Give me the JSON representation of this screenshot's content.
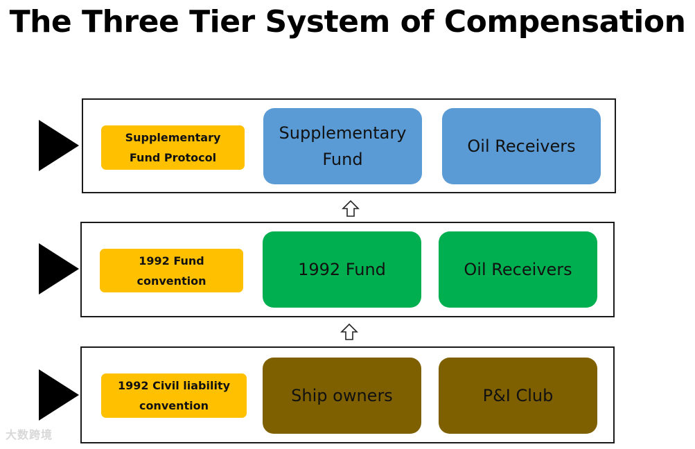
{
  "title": "The Three Tier System of Compensation",
  "colors": {
    "label": "#ffc000",
    "tier1_blocks": "#5b9bd5",
    "tier2_blocks": "#00b050",
    "tier3_blocks": "#7f6000",
    "border": "#1a1a1a"
  },
  "tiers": [
    {
      "label": "Supplementary\nFund Protocol",
      "block_a": "Supplementary\nFund",
      "block_b": "Oil Receivers"
    },
    {
      "label": "1992 Fund\nconvention",
      "block_a": "1992  Fund",
      "block_b": "Oil Receivers"
    },
    {
      "label": "1992 Civil liability\nconvention",
      "block_a": "Ship owners",
      "block_b": "P&I Club"
    }
  ],
  "watermark": "大数跨境"
}
